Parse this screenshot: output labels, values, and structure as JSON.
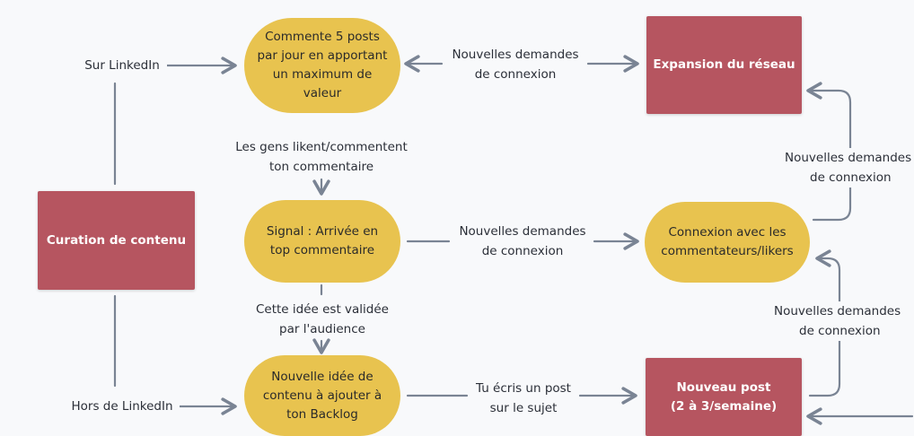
{
  "nodes": {
    "comment_posts": [
      "Commente 5 posts",
      "par jour en apportant",
      "un maximum de",
      "valeur"
    ],
    "signal": [
      "Signal : Arrivée en",
      "top commentaire"
    ],
    "idea": [
      "Nouvelle idée de",
      "contenu à ajouter à",
      "ton Backlog"
    ],
    "curation": [
      "Curation de contenu"
    ],
    "expansion": [
      "Expansion du réseau"
    ],
    "connexion": [
      "Connexion avec les",
      "commentateurs/likers"
    ],
    "nouveau_post": [
      "Nouveau post",
      "(2 à 3/semaine)"
    ]
  },
  "labels": {
    "sur_linkedin": "Sur LinkedIn",
    "hors_linkedin": "Hors de LinkedIn",
    "demandes_top": [
      "Nouvelles demandes",
      "de connexion"
    ],
    "demandes_mid": [
      "Nouvelles demandes",
      "de connexion"
    ],
    "demandes_right_top": [
      "Nouvelles demandes",
      "de connexion"
    ],
    "demandes_right_bottom": [
      "Nouvelles demandes",
      "de connexion"
    ],
    "likent": [
      "Les gens likent/commentent",
      "ton commentaire"
    ],
    "validee": [
      "Cette idée est validée",
      "par l'audience"
    ],
    "ecris": [
      "Tu écris un post",
      "sur le sujet"
    ]
  },
  "colors": {
    "pill": "#e8c34f",
    "rect": "#b65560",
    "arrow": "#7a8494",
    "background": "#f8f9fb"
  }
}
